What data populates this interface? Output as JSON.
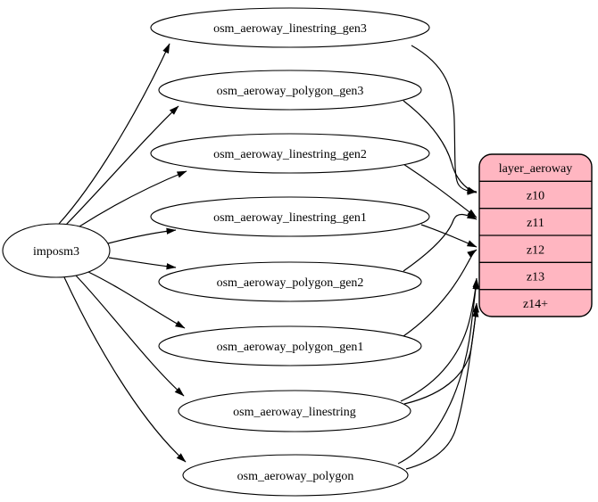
{
  "diagram": {
    "source": {
      "label": "imposm3"
    },
    "tables": [
      {
        "label": "osm_aeroway_linestring_gen3"
      },
      {
        "label": "osm_aeroway_polygon_gen3"
      },
      {
        "label": "osm_aeroway_linestring_gen2"
      },
      {
        "label": "osm_aeroway_linestring_gen1"
      },
      {
        "label": "osm_aeroway_polygon_gen2"
      },
      {
        "label": "osm_aeroway_polygon_gen1"
      },
      {
        "label": "osm_aeroway_linestring"
      },
      {
        "label": "osm_aeroway_polygon"
      }
    ],
    "layer": {
      "title": "layer_aeroway",
      "rows": [
        "z10",
        "z11",
        "z12",
        "z13",
        "z14+"
      ],
      "fill": "#ffb6c1",
      "stroke": "#000000"
    },
    "edges": [
      {
        "from": "imposm3",
        "to": "osm_aeroway_linestring_gen3"
      },
      {
        "from": "imposm3",
        "to": "osm_aeroway_polygon_gen3"
      },
      {
        "from": "imposm3",
        "to": "osm_aeroway_linestring_gen2"
      },
      {
        "from": "imposm3",
        "to": "osm_aeroway_linestring_gen1"
      },
      {
        "from": "imposm3",
        "to": "osm_aeroway_polygon_gen2"
      },
      {
        "from": "imposm3",
        "to": "osm_aeroway_polygon_gen1"
      },
      {
        "from": "imposm3",
        "to": "osm_aeroway_linestring"
      },
      {
        "from": "imposm3",
        "to": "osm_aeroway_polygon"
      },
      {
        "from": "osm_aeroway_linestring_gen3",
        "to": "z10"
      },
      {
        "from": "osm_aeroway_polygon_gen3",
        "to": "z10"
      },
      {
        "from": "osm_aeroway_linestring_gen2",
        "to": "z11"
      },
      {
        "from": "osm_aeroway_polygon_gen2",
        "to": "z11"
      },
      {
        "from": "osm_aeroway_linestring_gen1",
        "to": "z12"
      },
      {
        "from": "osm_aeroway_polygon_gen1",
        "to": "z12"
      },
      {
        "from": "osm_aeroway_linestring",
        "to": "z13"
      },
      {
        "from": "osm_aeroway_linestring",
        "to": "z14+"
      },
      {
        "from": "osm_aeroway_polygon",
        "to": "z13"
      },
      {
        "from": "osm_aeroway_polygon",
        "to": "z14+"
      }
    ]
  }
}
